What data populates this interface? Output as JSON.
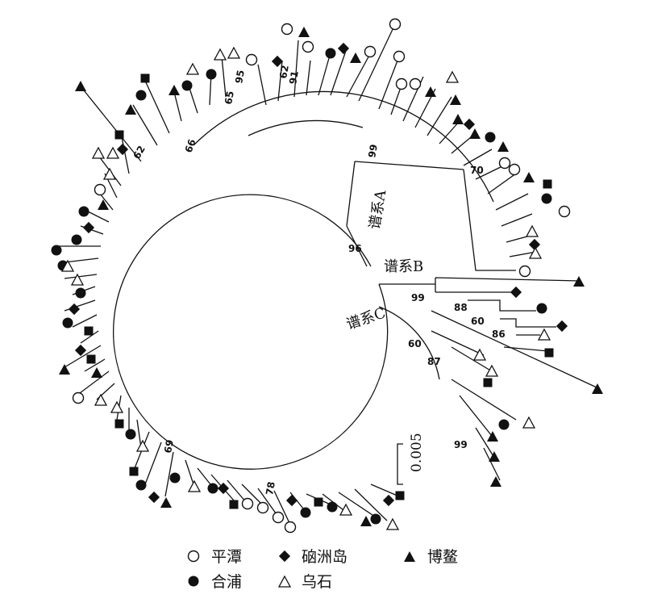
{
  "clades": {
    "a": "谱系A",
    "b": "谱系B",
    "c": "谱系C"
  },
  "bootstrap": [
    "99",
    "96",
    "99",
    "88",
    "60",
    "86",
    "60",
    "87",
    "99",
    "70",
    "91",
    "62",
    "95",
    "65",
    "66",
    "62",
    "69",
    "78"
  ],
  "scale_bar": "0.005",
  "legend": [
    {
      "label": "平潭",
      "symbol": "open-circle"
    },
    {
      "label": "硇洲岛",
      "symbol": "filled-diamond"
    },
    {
      "label": "博鳌",
      "symbol": "filled-triangle"
    },
    {
      "label": "合浦",
      "symbol": "filled-circle"
    },
    {
      "label": "乌石",
      "symbol": "open-triangle"
    }
  ]
}
